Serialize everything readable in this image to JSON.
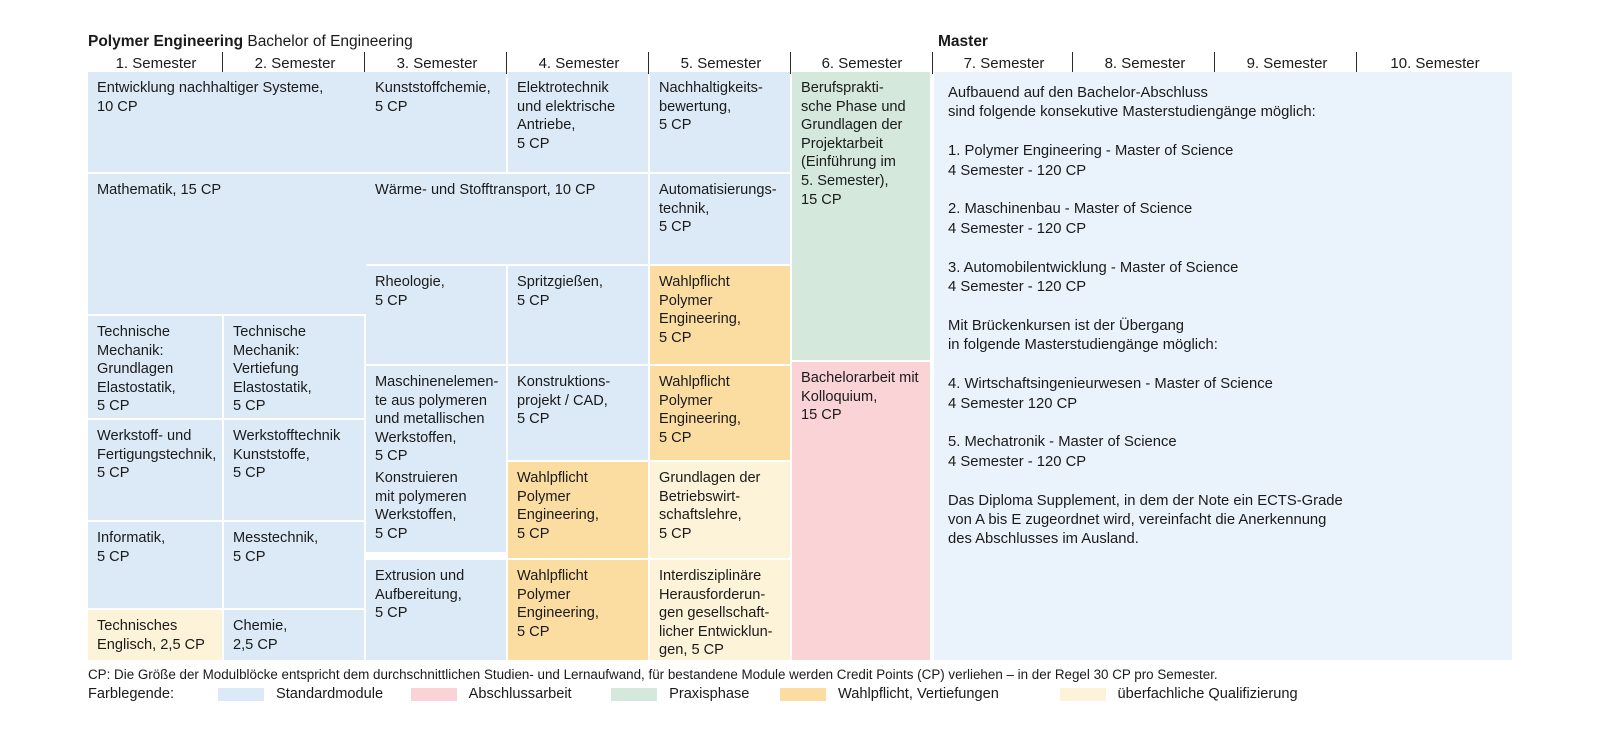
{
  "header": {
    "program_name": "Polymer Engineering",
    "program_degree": " Bachelor of Engineering",
    "master_label": "Master",
    "semesters": [
      "1. Semester",
      "2. Semester",
      "3. Semester",
      "4. Semester",
      "5. Semester",
      "6. Semester",
      "7. Semester",
      "8. Semester",
      "9. Semester",
      "10. Semester"
    ]
  },
  "colors": {
    "standard": "#dceaf7",
    "abschlussarbeit": "#fad3d7",
    "praxisphase": "#d4e8dc",
    "wahlpflicht": "#fbdda2",
    "ueberfachlich": "#fdf3d8",
    "master_panel": "#eaf3fc"
  },
  "modules": {
    "sem12": [
      {
        "text": "Entwicklung nachhaltiger Systeme,\n10 CP",
        "category": "standard"
      },
      {
        "text": "Mathematik, 15 CP",
        "category": "standard"
      }
    ],
    "sem1": [
      {
        "text": "Technische\nMechanik:\nGrundlagen\nElastostatik,\n5 CP",
        "category": "standard"
      },
      {
        "text": "Werkstoff- und\nFertigungstechnik,\n5 CP",
        "category": "standard"
      },
      {
        "text": "Informatik,\n5 CP",
        "category": "standard"
      },
      {
        "text": "Technisches\nEnglisch, 2,5 CP",
        "category": "ueberfachlich"
      }
    ],
    "sem2": [
      {
        "text": "Technische\nMechanik:\nVertiefung\nElastostatik,\n5 CP",
        "category": "standard"
      },
      {
        "text": "Werkstofftechnik\nKunststoffe,\n5 CP",
        "category": "standard"
      },
      {
        "text": "Messtechnik,\n5 CP",
        "category": "standard"
      },
      {
        "text": "Chemie,\n2,5 CP",
        "category": "standard"
      }
    ],
    "sem3": [
      {
        "text": "Kunststoffchemie,\n5 CP",
        "category": "standard"
      },
      {
        "text": "Rheologie,\n5 CP",
        "category": "standard"
      },
      {
        "text": "Maschinenelemen-\nte aus polymeren\nund metallischen\nWerkstoffen,\n5 CP",
        "category": "standard"
      },
      {
        "text": "Konstruieren\nmit polymeren\nWerkstoffen,\n5 CP",
        "category": "standard"
      },
      {
        "text": "Extrusion und\nAufbereitung,\n5 CP",
        "category": "standard"
      }
    ],
    "sem34": [
      {
        "text": "Wärme- und Stofftransport, 10 CP",
        "category": "standard"
      }
    ],
    "sem4": [
      {
        "text": "Elektrotechnik\nund elektrische\nAntriebe,\n5 CP",
        "category": "standard"
      },
      {
        "text": "Spritzgießen,\n5 CP",
        "category": "standard"
      },
      {
        "text": "Konstruktions-\nprojekt / CAD,\n5 CP",
        "category": "standard"
      },
      {
        "text": "Wahlpflicht\nPolymer\nEngineering,\n5 CP",
        "category": "wahlpflicht"
      },
      {
        "text": "Wahlpflicht\nPolymer\nEngineering,\n5 CP",
        "category": "wahlpflicht"
      }
    ],
    "sem5": [
      {
        "text": "Nachhaltigkeits-\nbewertung,\n5 CP",
        "category": "standard"
      },
      {
        "text": "Automatisierungs-\ntechnik,\n5 CP",
        "category": "standard"
      },
      {
        "text": "Wahlpflicht\nPolymer\nEngineering,\n5 CP",
        "category": "wahlpflicht"
      },
      {
        "text": "Wahlpflicht\nPolymer\nEngineering,\n5 CP",
        "category": "wahlpflicht"
      },
      {
        "text": "Grundlagen der\nBetriebswirt-\nschaftslehre,\n5 CP",
        "category": "ueberfachlich"
      },
      {
        "text": "Interdisziplinäre\nHerausforderun-\ngen gesellschaft-\nlicher Entwicklun-\ngen, 5 CP",
        "category": "ueberfachlich"
      }
    ],
    "sem6": [
      {
        "text": "Berufsprakti-\nsche Phase und\nGrundlagen der\nProjektarbeit\n(Einführung im\n5. Semester),\n15 CP",
        "category": "praxisphase"
      },
      {
        "text": "Bachelorarbeit mit\nKolloquium,\n15 CP",
        "category": "abschlussarbeit"
      }
    ]
  },
  "master_panel": {
    "text": "Aufbauend auf den Bachelor-Abschluss\nsind folgende konsekutive Masterstudiengänge möglich:\n\n1. Polymer Engineering - Master of Science\n    4 Semester - 120 CP\n\n2. Maschinenbau - Master of Science\n    4 Semester - 120 CP\n\n3. Automobilentwicklung - Master of Science\n    4 Semester - 120 CP\n\nMit Brückenkursen ist der Übergang\nin folgende Masterstudiengänge möglich:\n\n4. Wirtschaftsingenieurwesen - Master of Science\n    4 Semester 120 CP\n\n5. Mechatronik - Master of Science\n    4 Semester - 120 CP\n\nDas Diploma Supplement, in dem der Note ein ECTS-Grade\nvon A bis E zugeordnet wird, vereinfacht die Anerkennung\ndes Abschlusses im Ausland."
  },
  "footer": {
    "note": "CP: Die Größe der Modulblöcke entspricht dem durchschnittlichen Studien- und Lernaufwand, für bestandene Module werden Credit Points (CP) verliehen – in der Regel 30 CP pro Semester.",
    "legend_label": "Farblegende:",
    "legend": [
      {
        "label": "Standardmodule",
        "color": "#dceaf7"
      },
      {
        "label": "Abschlussarbeit",
        "color": "#fad3d7"
      },
      {
        "label": "Praxisphase",
        "color": "#d4e8dc"
      },
      {
        "label": "Wahlpflicht, Vertiefungen",
        "color": "#fbdda2"
      },
      {
        "label": "überfachliche Qualifizierung",
        "color": "#fdf3d8"
      }
    ]
  }
}
